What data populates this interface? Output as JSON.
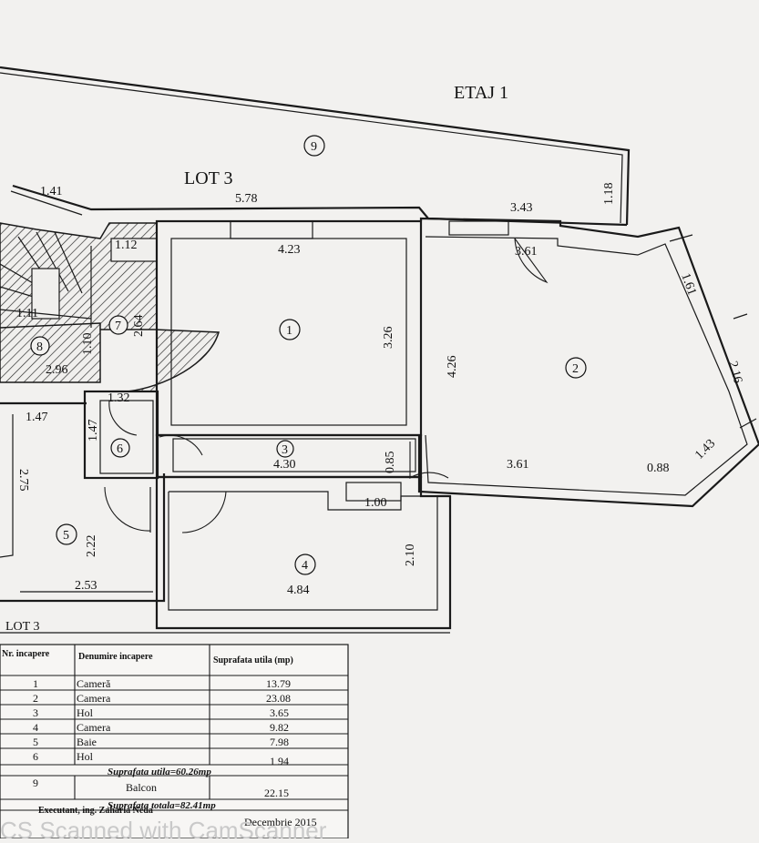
{
  "plan": {
    "floor_title": "ETAJ 1",
    "lot_title_top": "LOT 3",
    "lot_title_bottom": "LOT 3",
    "room_numbers": {
      "r1": "1",
      "r2": "2",
      "r3": "3",
      "r4": "4",
      "r5": "5",
      "r6": "6",
      "r7": "7",
      "r8": "8",
      "r9": "9"
    },
    "dimensions": {
      "d_141": "1.41",
      "d_578": "5.78",
      "d_343": "3.43",
      "d_118": "1.18",
      "d_112": "1.12",
      "d_423": "4.23",
      "d_361a": "3.61",
      "d_161": "1.61",
      "d_264": "2.64",
      "d_326": "3.26",
      "d_426": "4.26",
      "d_216": "2.16",
      "d_111": "1.11",
      "d_110": "1.10",
      "d_296": "2.96",
      "d_132": "1.32",
      "d_147a": "1.47",
      "d_147b": "1.47",
      "d_430": "4.30",
      "d_085": "0.85",
      "d_361b": "3.61",
      "d_088": "0.88",
      "d_143": "1.43",
      "d_275": "2.75",
      "d_100": "1.00",
      "d_222": "2.22",
      "d_210": "2.10",
      "d_253": "2.53",
      "d_484": "4.84"
    }
  },
  "table": {
    "headers": {
      "nr": "Nr. incapere",
      "name": "Denumire incapere",
      "area": "Suprafata utila (mp)"
    },
    "rows": [
      {
        "nr": "1",
        "name": "Cameră",
        "area": "13.79"
      },
      {
        "nr": "2",
        "name": "Camera",
        "area": "23.08"
      },
      {
        "nr": "3",
        "name": "Hol",
        "area": "3.65"
      },
      {
        "nr": "4",
        "name": "Camera",
        "area": "9.82"
      },
      {
        "nr": "5",
        "name": "Baie",
        "area": "7.98"
      },
      {
        "nr": "6",
        "name": "Hol",
        "area": "1 94"
      }
    ],
    "subtotal": "Suprafata utila=60.26mp",
    "balcony": {
      "nr": "9",
      "name": "Balcon",
      "area": "22.15"
    },
    "total": "Suprafata totala=82.41mp",
    "executant": "Executant, ing. Zaharia Neda",
    "date": "Decembrie 2015"
  },
  "watermark": "CS Scanned with CamScanner"
}
